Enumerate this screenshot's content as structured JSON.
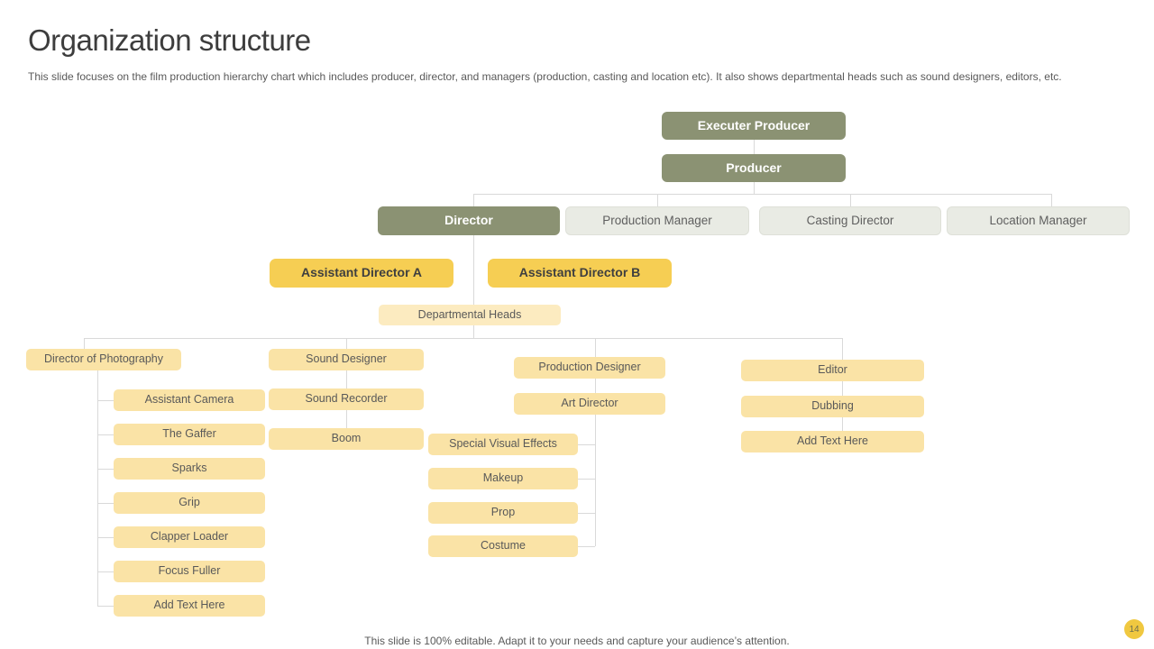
{
  "slide": {
    "title": "Organization structure",
    "subtitle": "This slide focuses on the film production hierarchy chart which includes producer, director, and managers (production, casting and location etc). It also shows departmental heads such as sound designers, editors, etc.",
    "footer": "This slide is 100% editable. Adapt it to your needs and capture your audience’s attention.",
    "page_number": "14"
  },
  "colors": {
    "olive": "#8B9273",
    "light_gray": "#E9EBE4",
    "bright_yellow": "#F6CE53",
    "pale_yellow": "#FAE3A6",
    "pale_yellow_light": "#FCEBC0",
    "connector": "#d9d9d9",
    "badge_yellow": "#F0C840"
  },
  "nodes": {
    "executer_producer": "Executer Producer",
    "producer": "Producer",
    "director": "Director",
    "production_manager": "Production Manager",
    "casting_director": "Casting Director",
    "location_manager": "Location Manager",
    "assistant_director_a": "Assistant Director A",
    "assistant_director_b": "Assistant Director B",
    "departmental_heads": "Departmental Heads",
    "director_of_photography": "Director of Photography",
    "assistant_camera": "Assistant Camera",
    "the_gaffer": "The Gaffer",
    "sparks": "Sparks",
    "grip": "Grip",
    "clapper_loader": "Clapper Loader",
    "focus_fuller": "Focus Fuller",
    "add_text_here_left": "Add Text Here",
    "sound_designer": "Sound Designer",
    "sound_recorder": "Sound Recorder",
    "boom": "Boom",
    "production_designer": "Production Designer",
    "art_director": "Art Director",
    "special_visual_effects": "Special Visual Effects",
    "makeup": "Makeup",
    "prop": "Prop",
    "costume": "Costume",
    "editor": "Editor",
    "dubbing": "Dubbing",
    "add_text_here_right": "Add Text Here"
  },
  "hierarchy_note": "Executer Producer > Producer > (Director, Production Manager, Casting Director, Location Manager); Director > Assistant Directors A/B > Departmental Heads > (Director of Photography, Sound Designer, Production Designer, Editor) columns"
}
